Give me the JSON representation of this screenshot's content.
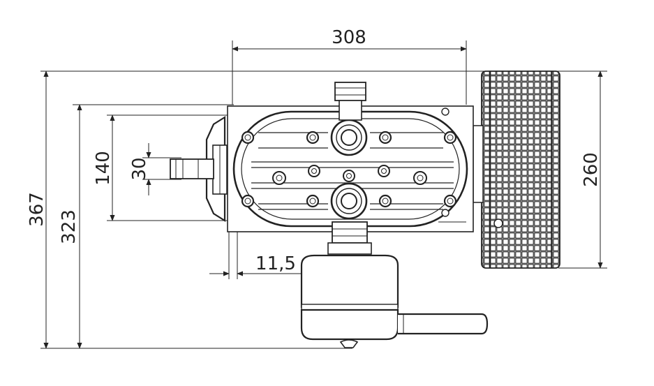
{
  "dimensions": {
    "width_top": "308",
    "height_overall": "367",
    "height_inner": "323",
    "height_bolt": "140",
    "height_shaft": "30",
    "height_fan": "260",
    "offset_flange": "11,5"
  }
}
